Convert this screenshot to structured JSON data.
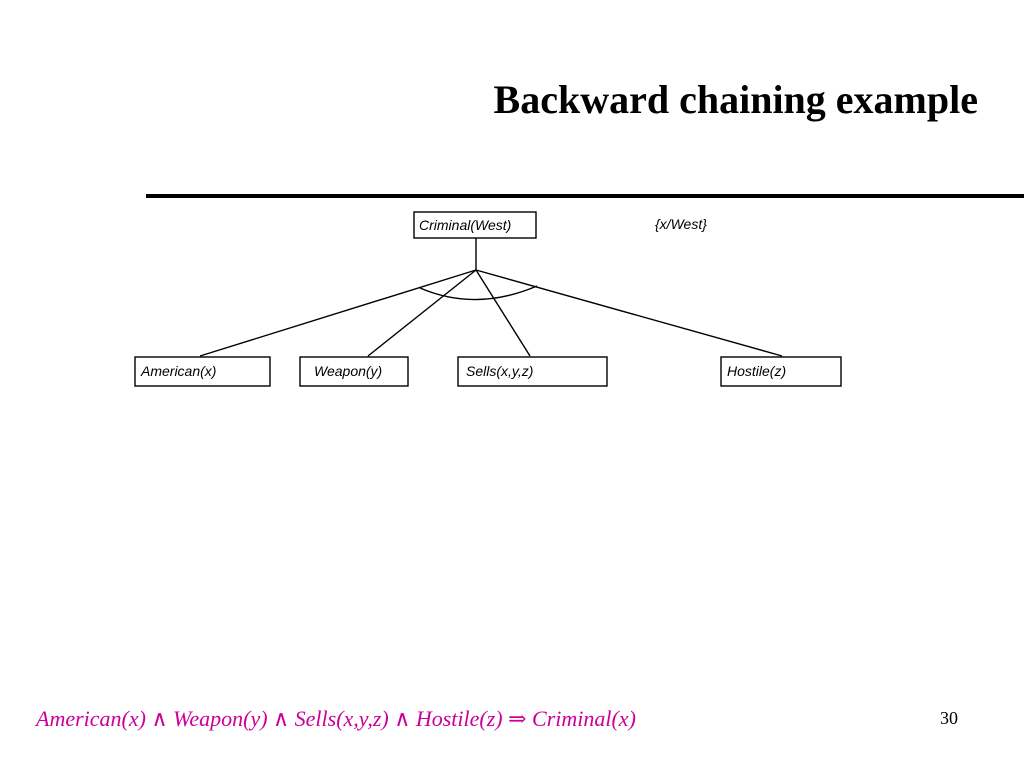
{
  "slide": {
    "title": "Backward chaining example",
    "page_number": "30"
  },
  "diagram": {
    "root": {
      "label": "Criminal(West)"
    },
    "substitution": "{x/West}",
    "children": [
      {
        "label": "American(x)"
      },
      {
        "label": "Weapon(y)"
      },
      {
        "label": "Sells(x,y,z)"
      },
      {
        "label": "Hostile(z)"
      }
    ]
  },
  "rule": {
    "text": "American(x) ∧ Weapon(y) ∧ Sells(x,y,z) ∧ Hostile(z) ⇒ Criminal(x)"
  },
  "colors": {
    "rule_text": "#cc0099",
    "lines": "#000000"
  }
}
